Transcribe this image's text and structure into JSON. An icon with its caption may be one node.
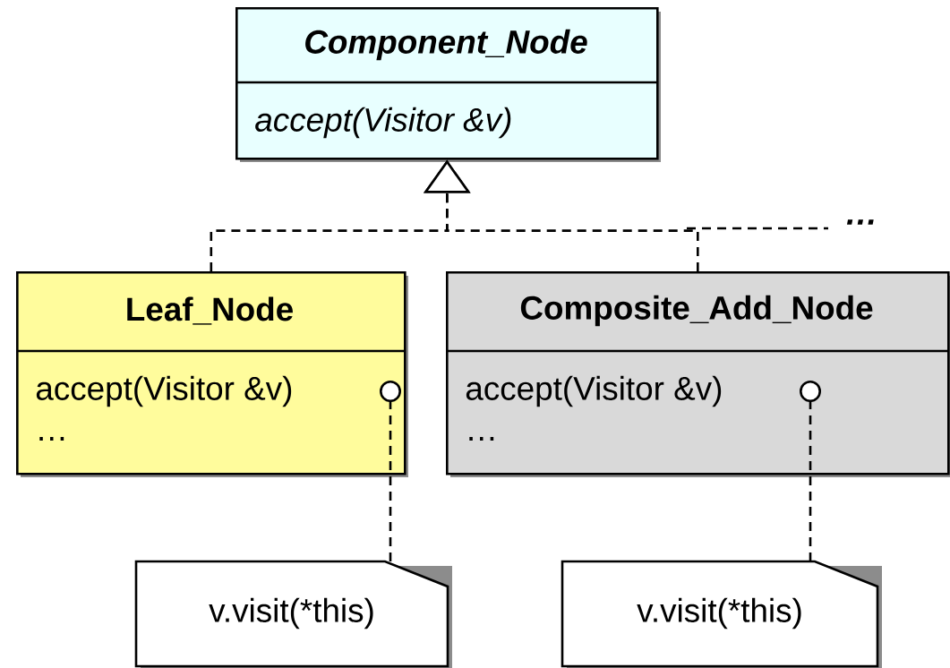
{
  "diagram": {
    "nodes": [
      {
        "text": [
          "Component_Node",
          "accept(Visitor &v)"
        ]
      },
      {
        "text": [
          "Leaf_Node",
          "accept(Visitor &v)",
          "…"
        ]
      },
      {
        "text": [
          "Composite_Add_Node",
          "accept(Visitor &v)",
          "…"
        ]
      },
      {
        "text": [
          "v.visit(*this)"
        ]
      },
      {
        "text": [
          "v.visit(*this)"
        ]
      }
    ],
    "edges": [
      {
        "from": 1,
        "to": 0,
        "arrow": "to",
        "style": "dashed"
      },
      {
        "from": 2,
        "to": 0,
        "arrow": "to",
        "style": "dashed"
      },
      {
        "from": 3,
        "to": 1,
        "arrow": "other",
        "style": "dashed"
      },
      {
        "from": 4,
        "to": 2,
        "arrow": "other",
        "style": "dashed"
      }
    ],
    "labels": [
      "…"
    ]
  }
}
